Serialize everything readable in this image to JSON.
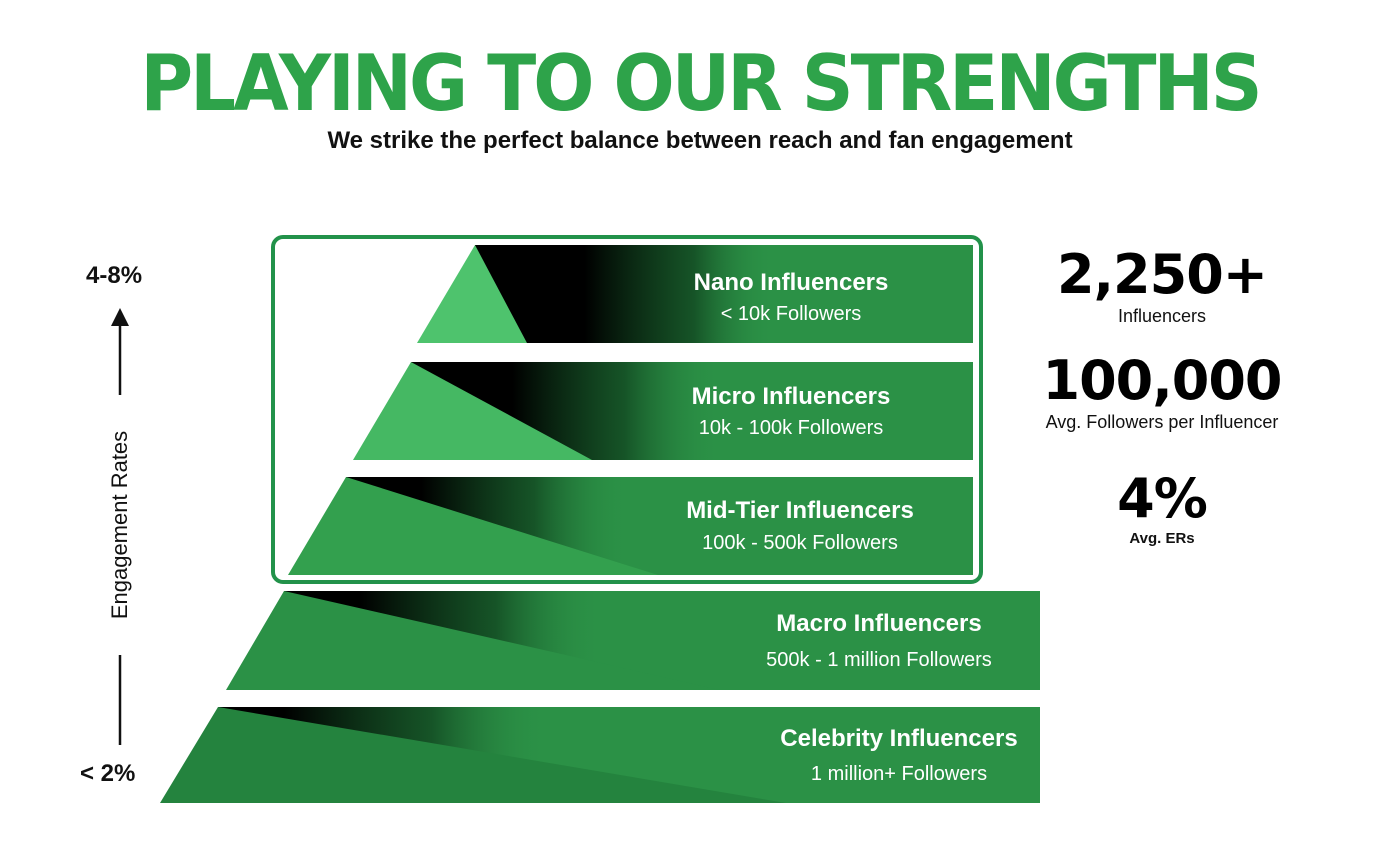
{
  "header": {
    "title": "PLAYING TO OUR STRENGTHS",
    "subtitle": "We strike the perfect balance between reach and fan engagement"
  },
  "tiers": [
    {
      "name": "Nano Influencers",
      "followers": "< 10k Followers"
    },
    {
      "name": "Micro Influencers",
      "followers": "10k - 100k Followers"
    },
    {
      "name": "Mid-Tier Influencers",
      "followers": "100k - 500k Followers"
    },
    {
      "name": "Macro Influencers",
      "followers": "500k - 1 million Followers"
    },
    {
      "name": "Celebrity Influencers",
      "followers": "1 million+ Followers"
    }
  ],
  "axis": {
    "title": "Engagement Rates",
    "top_label": "4-8%",
    "bottom_label": "< 2%"
  },
  "stats": [
    {
      "value": "2,250+",
      "label": "Influencers"
    },
    {
      "value": "100,000",
      "label": "Avg. Followers per Influencer"
    },
    {
      "value": "4%",
      "label": "Avg. ERs"
    }
  ],
  "colors": {
    "title_green": "#2ea34a",
    "highlight_border": "#22924a",
    "tier_colors": [
      "#4ec36d",
      "#45b863",
      "#33a04e",
      "#2b9146",
      "#24833e"
    ],
    "text_dark": "#111111"
  }
}
